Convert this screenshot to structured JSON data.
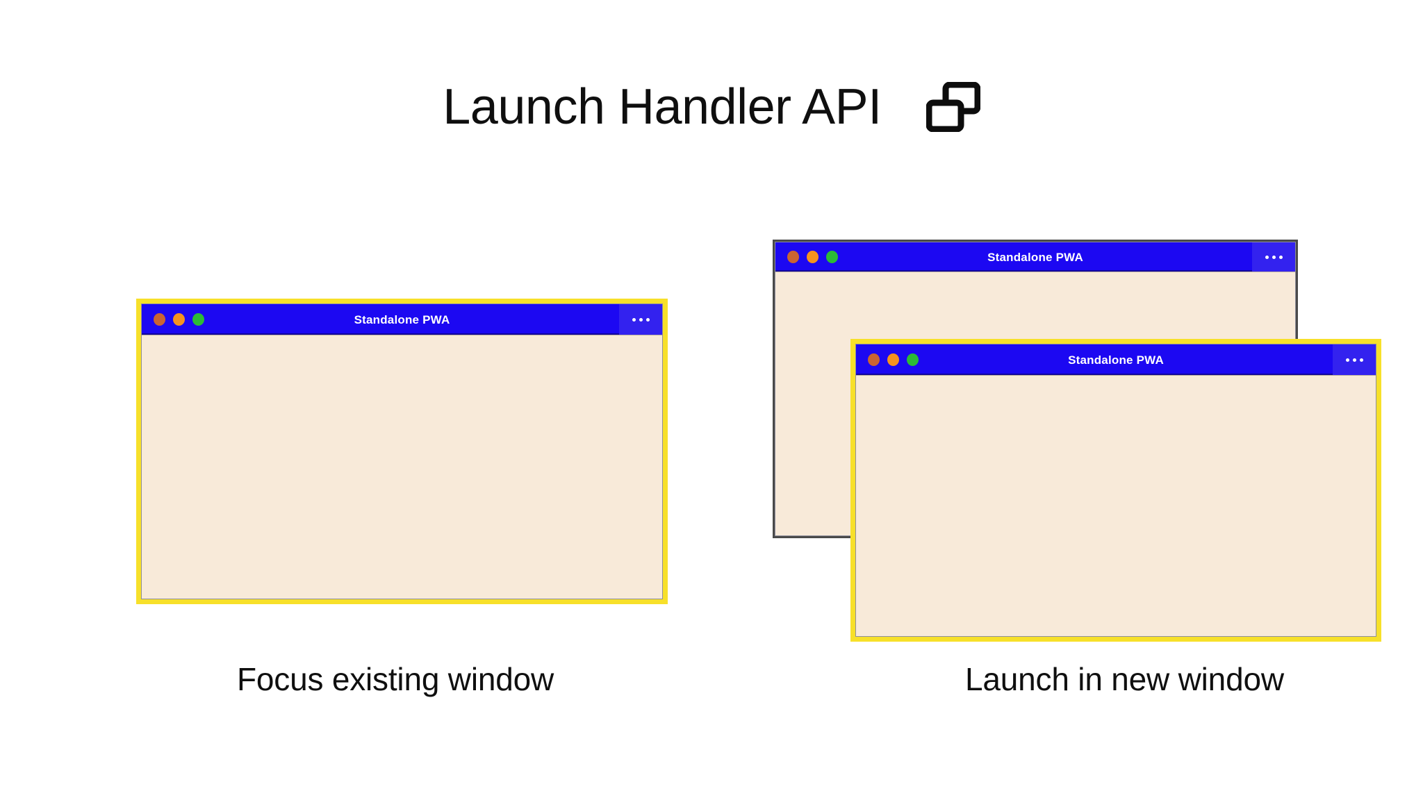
{
  "header": {
    "title": "Launch Handler API",
    "icon": "multi-window-icon"
  },
  "colors": {
    "page_background": "#ffffff",
    "titlebar_blue": "#1c08f2",
    "menu_button_blue": "#3322ef",
    "window_body_cream": "#f8ead9",
    "focus_ring_yellow": "#f7e02a",
    "unfocused_border_gray": "#4a4a4a",
    "traffic_close": "#ca6432",
    "traffic_minimize": "#f6931f",
    "traffic_maximize": "#2cbb35",
    "text_dark": "#0f0f0f",
    "titlebar_text": "#ffffff"
  },
  "scenarios": [
    {
      "id": "focus-existing-window",
      "caption": "Focus existing window",
      "windows": [
        {
          "id": "window-left",
          "title": "Standalone PWA",
          "focused": true,
          "menu_label": "•••",
          "traffic_lights": [
            "close",
            "minimize",
            "maximize"
          ]
        }
      ]
    },
    {
      "id": "launch-in-new-window",
      "caption": "Launch in new window",
      "windows": [
        {
          "id": "window-right-back",
          "title": "Standalone PWA",
          "focused": false,
          "menu_label": "•••",
          "traffic_lights": [
            "close",
            "minimize",
            "maximize"
          ]
        },
        {
          "id": "window-right-front",
          "title": "Standalone PWA",
          "focused": true,
          "menu_label": "•••",
          "traffic_lights": [
            "close",
            "minimize",
            "maximize"
          ]
        }
      ]
    }
  ]
}
